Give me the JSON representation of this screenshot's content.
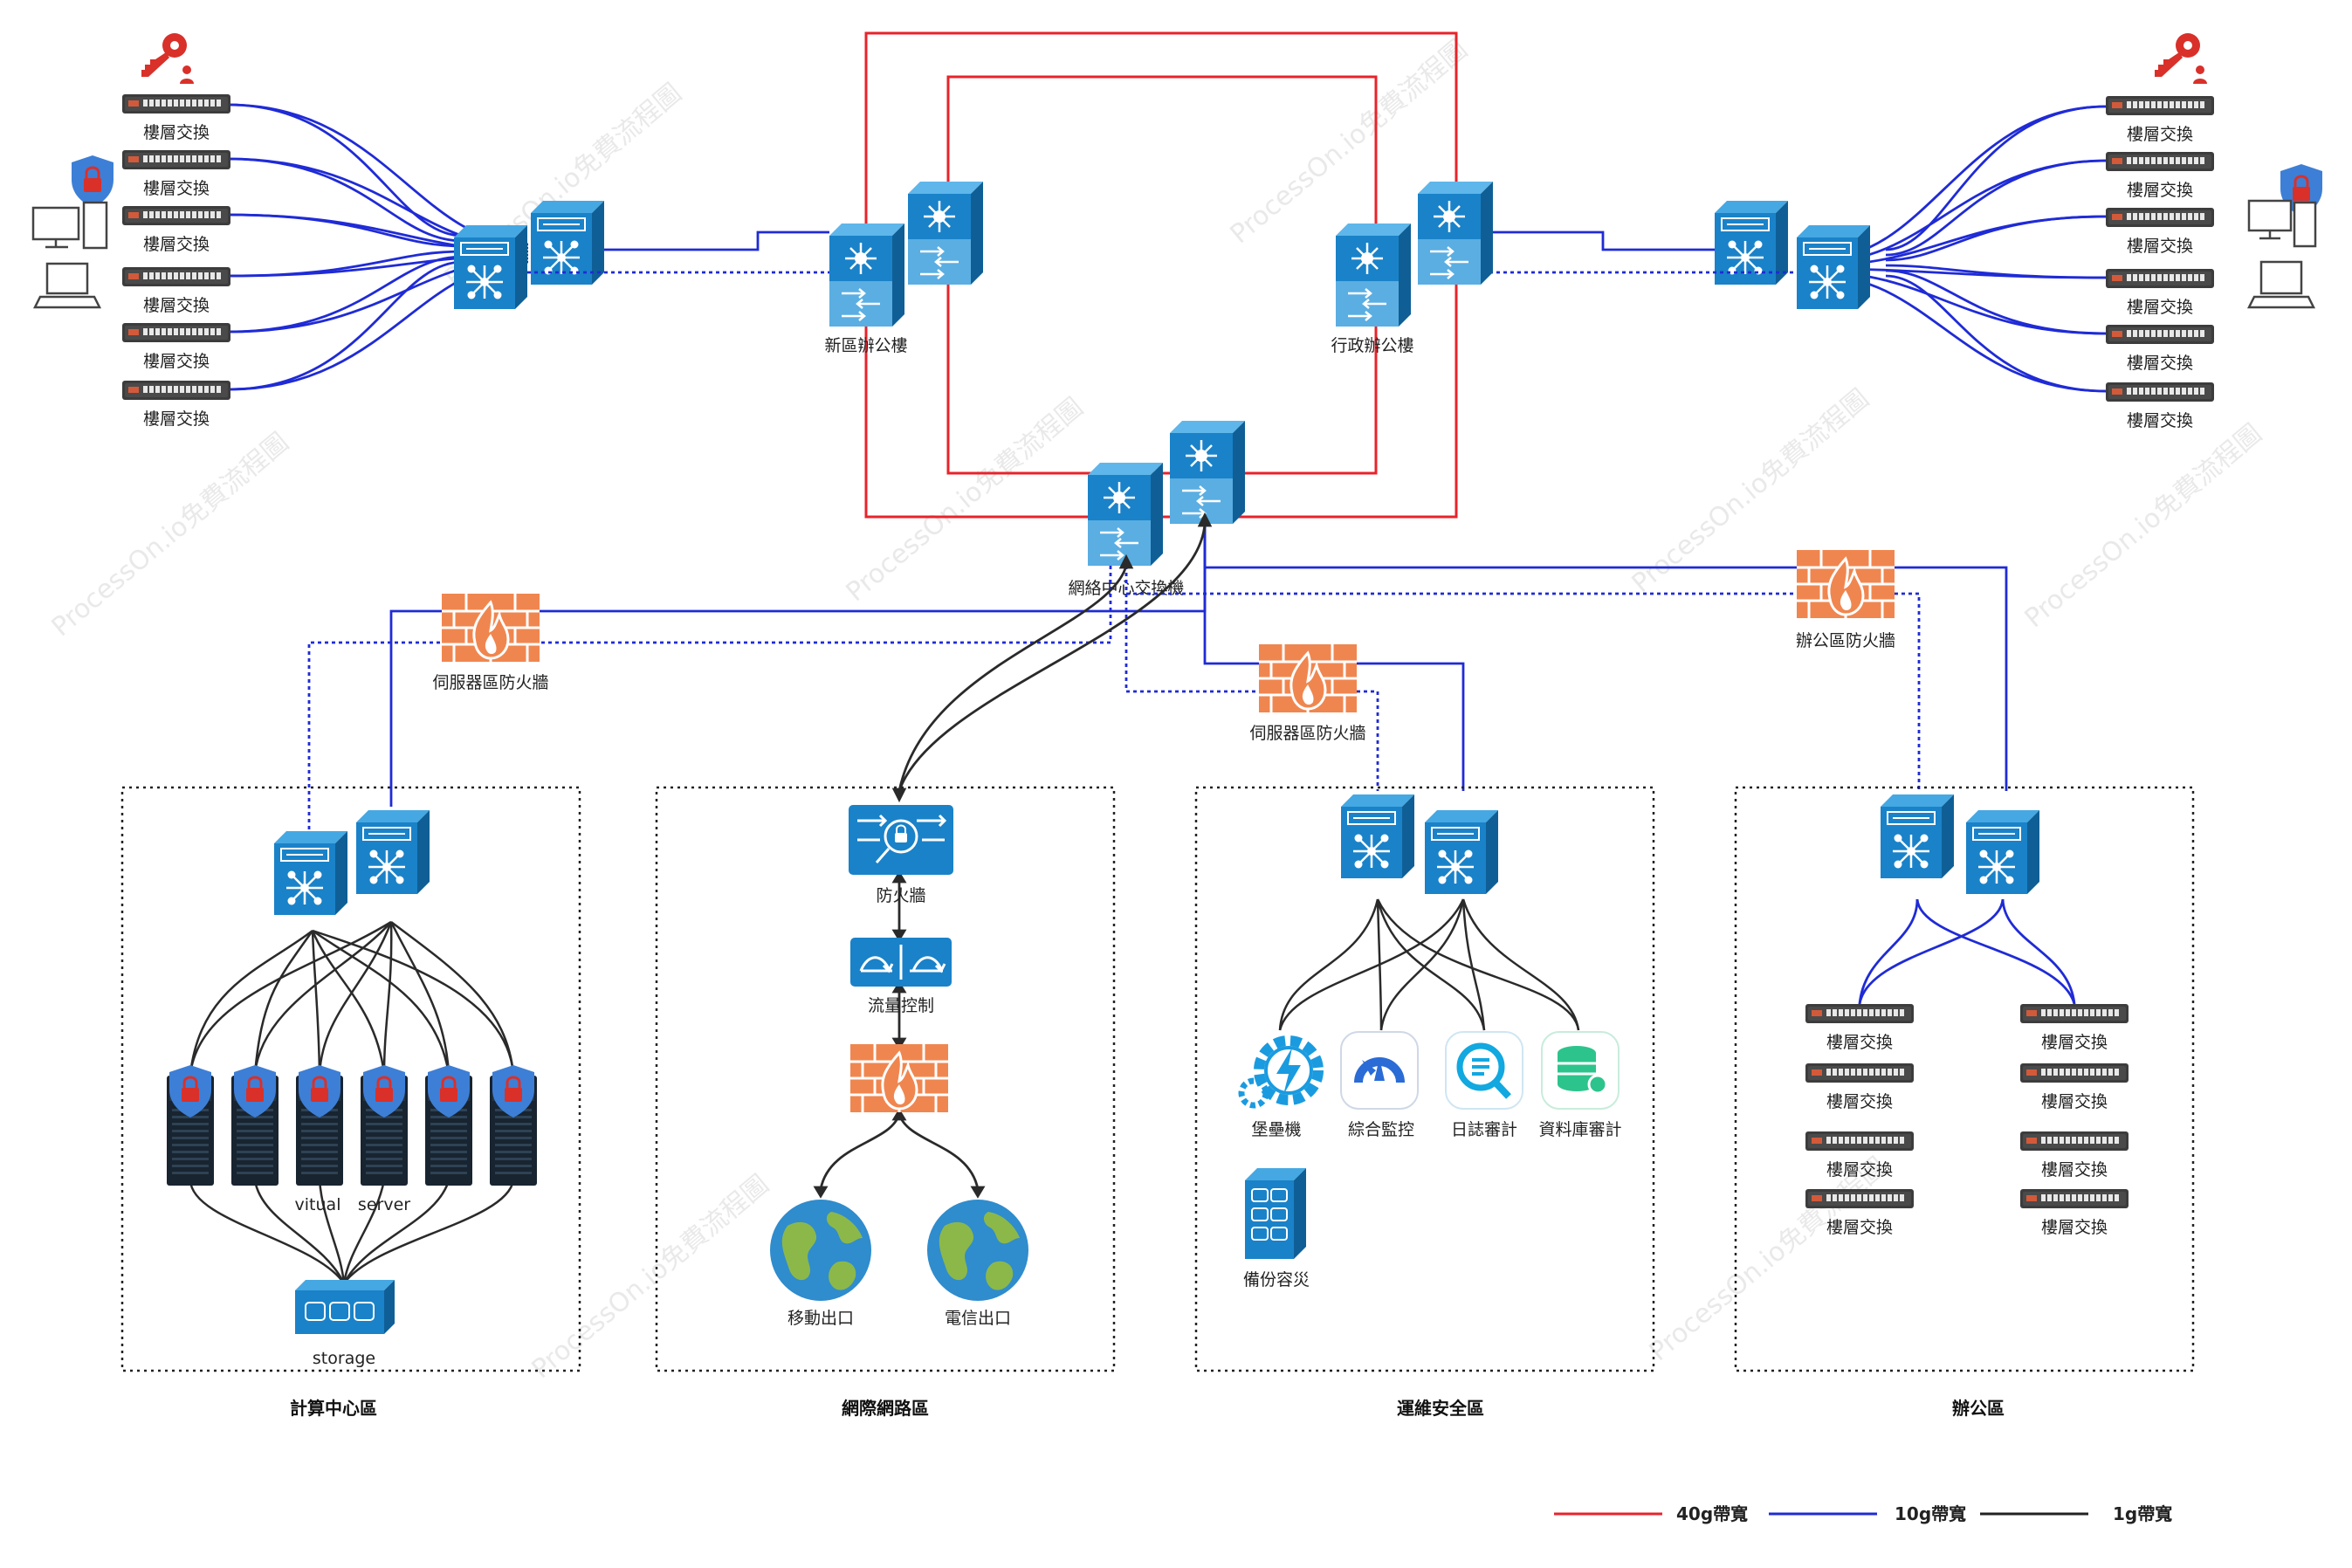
{
  "watermark": "ProcessOn.io免費流程圖",
  "labels": {
    "floor_switch": "樓層交換",
    "new_office": "新區辦公樓",
    "admin_office": "行政辦公樓",
    "core_switch": "網絡中心交換機",
    "server_fw_left": "伺服器區防火牆",
    "server_fw_mid": "伺服器區防火牆",
    "office_fw": "辦公區防火牆",
    "firewall": "防火牆",
    "flow_control": "流量控制",
    "mobile_exit": "移動出口",
    "telecom_exit": "電信出口",
    "bastion": "堡壘機",
    "monitor": "綜合監控",
    "log_audit": "日誌審計",
    "db_audit": "資料庫審計",
    "backup": "備份容災",
    "virtual": "vitual",
    "server": "server",
    "storage": "storage"
  },
  "zones": {
    "compute": "計算中心區",
    "internet": "網際網路區",
    "ops": "運維安全區",
    "office": "辦公區"
  },
  "legend": [
    {
      "label": "40g帶寬",
      "color": "#e8232b"
    },
    {
      "label": "10g帶寬",
      "color": "#1f2bd6"
    },
    {
      "label": "1g帶寬",
      "color": "#222222"
    }
  ],
  "colors": {
    "device_blue": "#1a82c8",
    "device_dark": "#0f5f96",
    "firewall_orange": "#f0864f",
    "link_40g": "#e8232b",
    "link_10g": "#1f2bd6",
    "link_1g": "#2a2a2a",
    "lock_red": "#d9302a",
    "shield_blue": "#3d7fd6"
  }
}
